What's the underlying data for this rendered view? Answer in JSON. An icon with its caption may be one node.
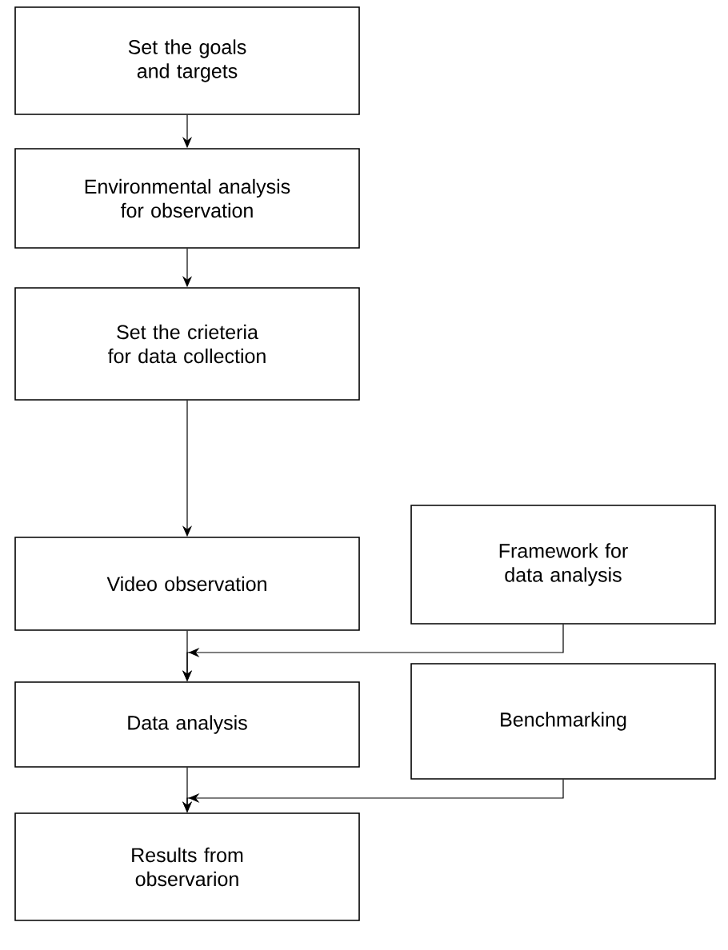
{
  "diagram": {
    "nodes": [
      {
        "text": [
          "Set the goals and targets"
        ]
      },
      {
        "text": [
          "Environmental analysis for observation"
        ]
      },
      {
        "text": [
          "Set the crieteria for data collection"
        ]
      },
      {
        "text": [
          "Video observation"
        ]
      },
      {
        "text": [
          "Framework for data analysis"
        ]
      },
      {
        "text": [
          "Data analysis"
        ]
      },
      {
        "text": [
          "Benchmarking"
        ]
      },
      {
        "text": [
          "Results from observarion"
        ]
      }
    ],
    "edges": [
      {
        "from": 0,
        "to": 1,
        "arrow": "to"
      },
      {
        "from": 1,
        "to": 2,
        "arrow": "to"
      },
      {
        "from": 2,
        "to": 3,
        "arrow": "to"
      },
      {
        "from": 3,
        "to": 5,
        "arrow": "to"
      },
      {
        "from": 4,
        "to": 5,
        "arrow": "to"
      },
      {
        "from": 5,
        "to": 7,
        "arrow": "to"
      },
      {
        "from": 6,
        "to": 7,
        "arrow": "to"
      }
    ]
  }
}
